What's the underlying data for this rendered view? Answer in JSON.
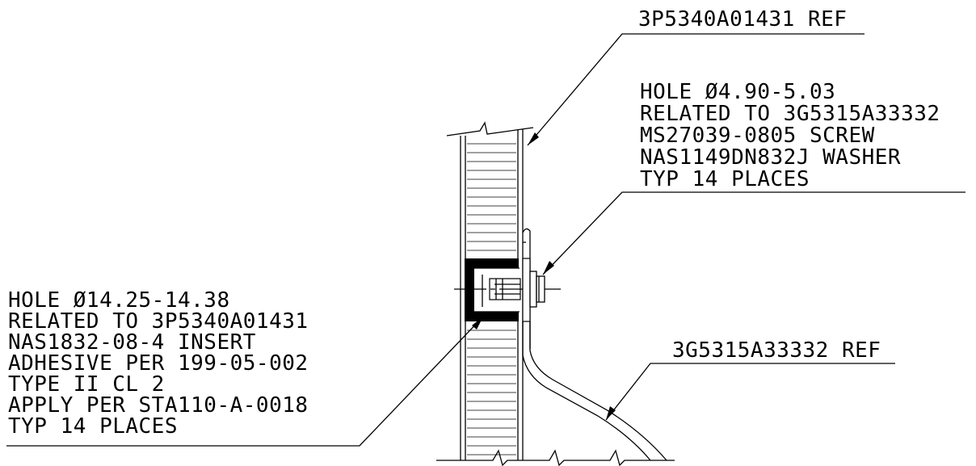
{
  "callouts": {
    "top_ref": {
      "lines": [
        "3P5340A01431 REF"
      ]
    },
    "hole_small": {
      "lines": [
        "HOLE Ø4.90-5.03",
        "RELATED TO 3G5315A33332",
        "MS27039-0805 SCREW",
        "NAS1149DN832J WASHER",
        "TYP 14 PLACES"
      ]
    },
    "hole_large": {
      "lines": [
        "HOLE Ø14.25-14.38",
        "RELATED TO 3P5340A01431",
        "NAS1832-08-4 INSERT",
        "ADHESIVE PER 199-05-002",
        "TYPE II CL 2",
        "APPLY PER STA110-A-0018",
        "TYP 14 PLACES"
      ]
    },
    "bottom_ref": {
      "lines": [
        "3G5315A33332 REF"
      ]
    }
  },
  "colors": {
    "line": "#000000",
    "background": "#ffffff"
  }
}
